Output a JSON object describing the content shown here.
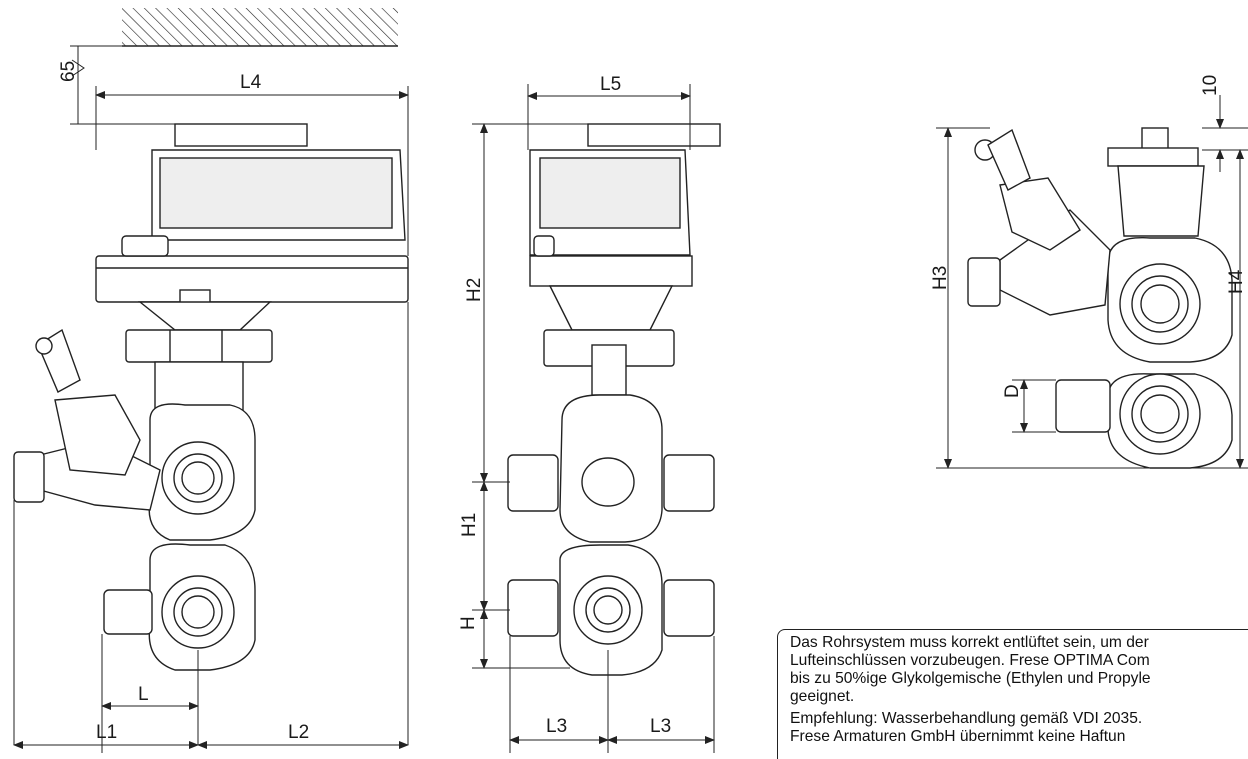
{
  "labels": {
    "clearance": "65",
    "L4": "L4",
    "L5": "L5",
    "H2": "H2",
    "H1": "H1",
    "H": "H",
    "L": "L",
    "L1": "L1",
    "L2": "L2",
    "L3_left": "L3",
    "L3_right": "L3",
    "H3": "H3",
    "H4": "H4",
    "D": "D",
    "top_offset": "10"
  },
  "note": {
    "line1": "Das Rohrsystem muss korrekt entlüftet sein, um der",
    "line2": "Lufteinschlüssen vorzubeugen. Frese OPTIMA Com",
    "line3": "bis zu 50%ige Glykolgemische (Ethylen und Propyle",
    "line4": "geeignet.",
    "line5": "Empfehlung: Wasserbehandlung gemäß VDI 2035.",
    "line6": "Frese Armaturen GmbH übernimmt keine Haftun"
  }
}
